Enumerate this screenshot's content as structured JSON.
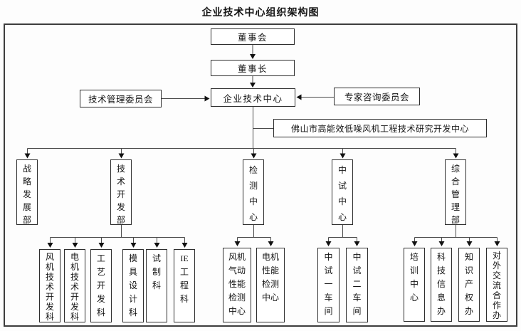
{
  "title": "企业技术中心组织架构图",
  "colors": {
    "background": "#fdfdfd",
    "frame": "#3d3d3d",
    "box_border": "#2e2e2e",
    "box_fill": "#ffffff",
    "line": "#4a4a4a",
    "arrow": "#111111",
    "text": "#141414"
  },
  "nodes": {
    "board": {
      "label": "董事会"
    },
    "chairman": {
      "label": "董事长"
    },
    "tech_center": {
      "label": "企业技术中心"
    },
    "tech_mgmt_committee": {
      "label": "技术管理委员会"
    },
    "expert_advisory_committee": {
      "label": "专家咨询委员会"
    },
    "foshan_rd_center": {
      "label": "佛山市高能效低噪风机工程技术研究开发中心"
    },
    "strategy_dev_dept": {
      "label": "战略发展部"
    },
    "tech_dev_dept": {
      "label": "技术开发部"
    },
    "testing_center": {
      "label": "检测中心"
    },
    "pilot_center": {
      "label": "中试中心"
    },
    "general_mgmt_dept": {
      "label": "综合管理部"
    },
    "fan_tech_dev_section": {
      "label": "风机技术开发科"
    },
    "motor_tech_dev_section": {
      "label": "电机技术开发科"
    },
    "process_dev_section": {
      "label": "工艺开发科"
    },
    "mold_design_section": {
      "label": "模具设计科"
    },
    "trial_production_section": {
      "label": "试制科"
    },
    "ie_engineering_section": {
      "label": "IE工程科"
    },
    "fan_aero_testing_center": {
      "label": "风机气动性能检测中心"
    },
    "motor_perf_testing_center": {
      "label": "电机性能检测中心"
    },
    "pilot_workshop_1": {
      "label": "中试一车间"
    },
    "pilot_workshop_2": {
      "label": "中试二车间"
    },
    "training_center": {
      "label": "培训中心"
    },
    "tech_info_office": {
      "label": "科技信息办"
    },
    "ip_office": {
      "label": "知识产权办"
    },
    "external_cooperation_office": {
      "label": "对外交流合作办"
    }
  },
  "hierarchy": {
    "root": "董事会",
    "edges": [
      [
        "董事会",
        "董事长"
      ],
      [
        "董事长",
        "企业技术中心"
      ],
      [
        "技术管理委员会",
        "企业技术中心"
      ],
      [
        "专家咨询委员会",
        "企业技术中心"
      ],
      [
        "企业技术中心",
        "佛山市高能效低噪风机工程技术研究开发中心"
      ],
      [
        "企业技术中心",
        "战略发展部"
      ],
      [
        "企业技术中心",
        "技术开发部"
      ],
      [
        "企业技术中心",
        "检测中心"
      ],
      [
        "企业技术中心",
        "中试中心"
      ],
      [
        "企业技术中心",
        "综合管理部"
      ],
      [
        "技术开发部",
        "风机技术开发科"
      ],
      [
        "技术开发部",
        "电机技术开发科"
      ],
      [
        "技术开发部",
        "工艺开发科"
      ],
      [
        "技术开发部",
        "模具设计科"
      ],
      [
        "技术开发部",
        "试制科"
      ],
      [
        "技术开发部",
        "IE工程科"
      ],
      [
        "检测中心",
        "风机气动性能检测中心"
      ],
      [
        "检测中心",
        "电机性能检测中心"
      ],
      [
        "中试中心",
        "中试一车间"
      ],
      [
        "中试中心",
        "中试二车间"
      ],
      [
        "综合管理部",
        "培训中心"
      ],
      [
        "综合管理部",
        "科技信息办"
      ],
      [
        "综合管理部",
        "知识产权办"
      ],
      [
        "综合管理部",
        "对外交流合作办"
      ]
    ]
  }
}
